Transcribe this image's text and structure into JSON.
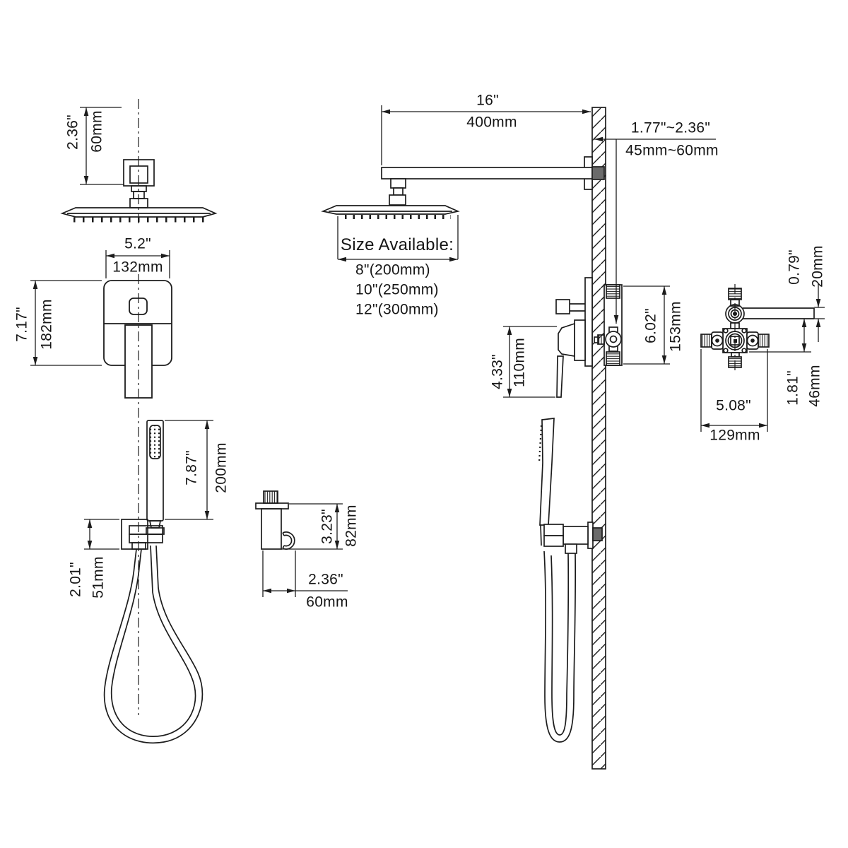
{
  "drawing": {
    "background": "#ffffff",
    "line_color": "#1c1c1c",
    "labels": {
      "size_available_title": "Size Available:",
      "size_options": [
        "8\"(200mm)",
        "10\"(250mm)",
        "12\"(300mm)"
      ]
    },
    "dims": {
      "ceiling_offset": {
        "inch": "2.36\"",
        "mm": "60mm"
      },
      "trim_width": {
        "inch": "5.2\"",
        "mm": "132mm"
      },
      "trim_height": {
        "inch": "7.17\"",
        "mm": "182mm"
      },
      "wand_length": {
        "inch": "7.87\"",
        "mm": "200mm"
      },
      "holder_height": {
        "inch": "2.01\"",
        "mm": "51mm"
      },
      "holder_side_height": {
        "inch": "3.23\"",
        "mm": "82mm"
      },
      "holder_side_depth": {
        "inch": "2.36\"",
        "mm": "60mm"
      },
      "arm_length": {
        "inch": "16\"",
        "mm": "400mm"
      },
      "wall_thickness": {
        "inch": "1.77\"~2.36\"",
        "mm": "45mm~60mm"
      },
      "valve_body_height": {
        "inch": "6.02\"",
        "mm": "153mm"
      },
      "handle_height": {
        "inch": "4.33\"",
        "mm": "110mm"
      },
      "outlet_offset": {
        "inch": "0.79\"",
        "mm": "20mm"
      },
      "port_offset": {
        "inch": "1.81\"",
        "mm": "46mm"
      },
      "valve_width": {
        "inch": "5.08\"",
        "mm": "129mm"
      }
    }
  }
}
